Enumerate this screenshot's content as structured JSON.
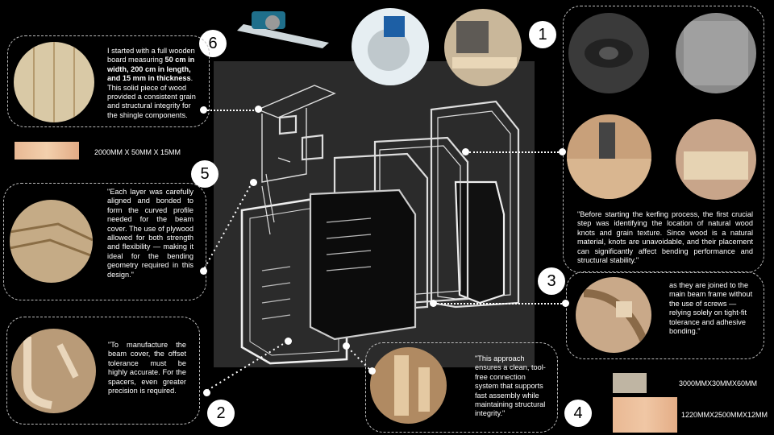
{
  "steps": {
    "s1": {
      "number": "1",
      "text": "\"Before starting the kerfing process, the first crucial step was identifying the location of natural wood knots and grain texture. Since wood is a natural material, knots are unavoidable, and their placement can significantly affect bending performance and structural stability.\""
    },
    "s2": {
      "number": "2",
      "text": "\"To manufacture the beam cover, the offset tolerance must be highly accurate. For the spacers, even greater precision is required."
    },
    "s3": {
      "number": "3",
      "text": "as they are joined to the main beam frame without the use of screws — relying solely on tight-fit tolerance and adhesive bonding.\""
    },
    "s4": {
      "number": "4",
      "text": "\"This approach ensures a clean, tool-free connection system that supports fast assembly while maintaining structural integrity.\""
    },
    "s5": {
      "number": "5",
      "text": "\"Each layer was carefully aligned and bonded to form the curved profile needed for the beam cover. The use of plywood allowed for both strength and flexibility — making it ideal for the bending geometry required in this design.\""
    },
    "s6": {
      "number": "6",
      "text_a": "I started with a full wooden board measuring ",
      "text_bold": "50 cm in width, 200 cm in length, and 15 mm in thickness",
      "text_b": ". This solid piece of wood provided a consistent grain and structural integrity for the shingle components."
    }
  },
  "materials": {
    "board": "2000MM X 50MM X 15MM",
    "timber": "3000MMX30MMX60MM",
    "plywood": "1220MMX2500MMX12MM"
  },
  "colors": {
    "background": "#000000",
    "panel": "#2b2b2b",
    "text": "#ffffff",
    "dashed": "#bbbbbb"
  }
}
